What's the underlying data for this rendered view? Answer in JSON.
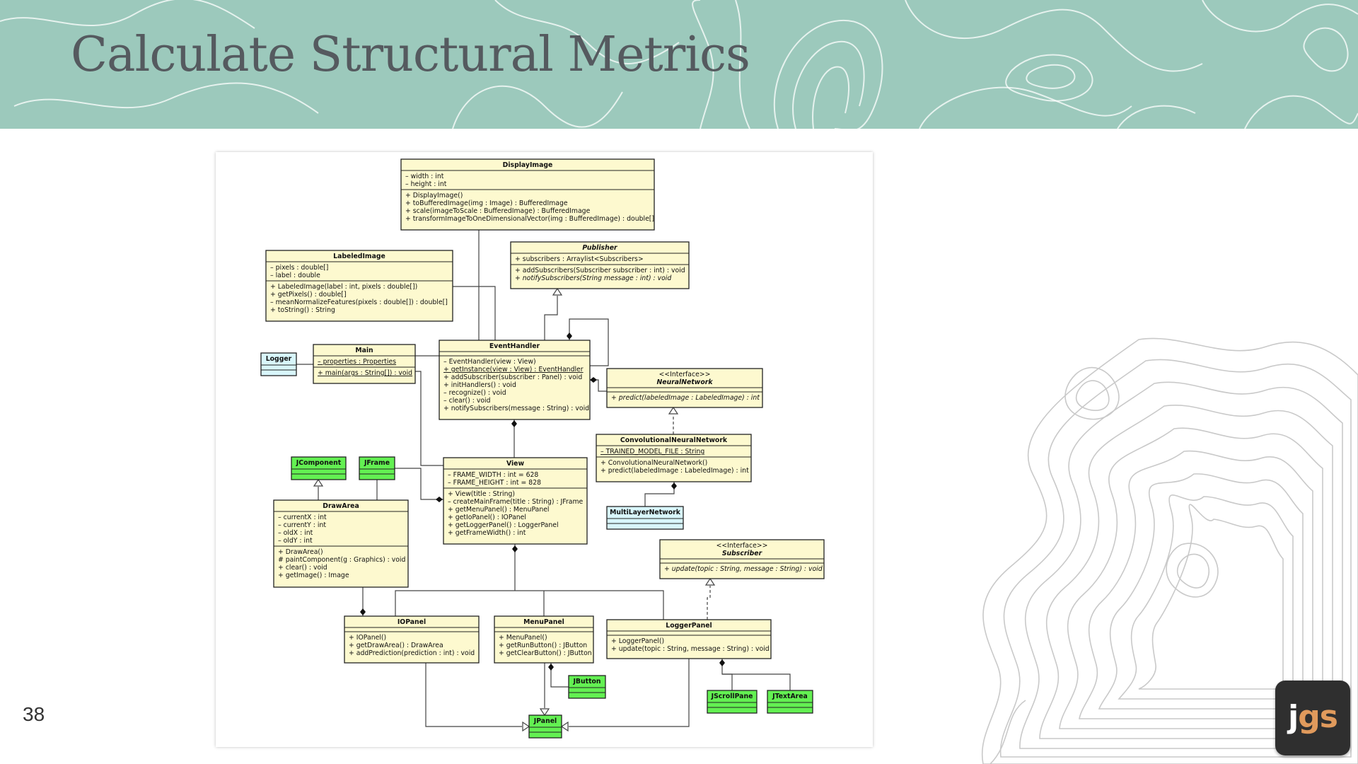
{
  "slide": {
    "title": "Calculate Structural Metrics",
    "page_number": "38",
    "logo": {
      "j": "j",
      "gs": "gs"
    }
  },
  "colors": {
    "header_bg": "#9cc9bc",
    "title_text": "#555a5f",
    "class_box_fill": "#fdf9cf",
    "library_box_fill": "#63f052",
    "external_box_fill": "#d8f6fb",
    "logo_bg": "#2f2f2f",
    "logo_accent": "#e09a5c"
  },
  "diagram": {
    "classes": [
      {
        "key": "DisplayImage",
        "name": "DisplayImage",
        "kind": "class",
        "attributes": [
          "– width : int",
          "– height : int"
        ],
        "methods": [
          "+ DisplayImage()",
          "+ toBufferedImage(img : Image) : BufferedImage",
          "+ scale(imageToScale : BufferedImage) : BufferedImage",
          "+ transformImageToOneDimensionalVector(img : BufferedImage) : double[]"
        ]
      },
      {
        "key": "Publisher",
        "name": "Publisher",
        "kind": "class",
        "italic": true,
        "attributes": [
          "+ subscribers : Arraylist<Subscribers>"
        ],
        "methods": [
          "+ addSubscribers(Subscriber subscriber : int) : void",
          "+ notifySubscribers(String message : int) : void"
        ]
      },
      {
        "key": "LabeledImage",
        "name": "LabeledImage",
        "kind": "class",
        "attributes": [
          "– pixels : double[]",
          "– label : double"
        ],
        "methods": [
          "+ LabeledImage(label : int, pixels : double[])",
          "+ getPixels() : double[]",
          "– meanNormalizeFeatures(pixels : double[]) : double[]",
          "+ toString() : String"
        ]
      },
      {
        "key": "Logger",
        "name": "Logger",
        "kind": "external"
      },
      {
        "key": "Main",
        "name": "Main",
        "kind": "class",
        "attributes": [
          "– properties : Properties"
        ],
        "methods": [
          "+ main(args : String[]) : void"
        ]
      },
      {
        "key": "EventHandler",
        "name": "EventHandler",
        "kind": "class",
        "attributes": [],
        "methods": [
          "– EventHandler(view : View)",
          "+ getInstance(view : View) : EventHandler",
          "+ addSubscriber(subscriber : Panel) : void",
          "+ initHandlers() : void",
          "– recognize() : void",
          "– clear() : void",
          "+ notifySubscribers(message : String) : void"
        ]
      },
      {
        "key": "NeuralNetwork",
        "name": "NeuralNetwork",
        "kind": "interface",
        "stereotype": "<<Interface>>",
        "attributes": [],
        "methods": [
          "+ predict(labeledImage : LabeledImage) : int"
        ]
      },
      {
        "key": "ConvolutionalNeuralNetwork",
        "name": "ConvolutionalNeuralNetwork",
        "kind": "class",
        "attributes": [
          "– TRAINED_MODEL_FILE : String"
        ],
        "methods": [
          "+ ConvolutionalNeuralNetwork()",
          "+ predict(labeledImage : LabeledImage) : int"
        ]
      },
      {
        "key": "MultiLayerNetwork",
        "name": "MultiLayerNetwork",
        "kind": "external"
      },
      {
        "key": "JComponent",
        "name": "JComponent",
        "kind": "library"
      },
      {
        "key": "JFrame",
        "name": "JFrame",
        "kind": "library"
      },
      {
        "key": "View",
        "name": "View",
        "kind": "class",
        "attributes": [
          "– FRAME_WIDTH : int = 628",
          "– FRAME_HEIGHT : int = 828"
        ],
        "methods": [
          "+ View(title : String)",
          "– createMainFrame(title : String) : JFrame",
          "+ getMenuPanel() : MenuPanel",
          "+ getIoPanel() : IOPanel",
          "+ getLoggerPanel() : LoggerPanel",
          "+ getFrameWidth() : int"
        ]
      },
      {
        "key": "DrawArea",
        "name": "DrawArea",
        "kind": "class",
        "attributes": [
          "– currentX : int",
          "– currentY : int",
          "– oldX : int",
          "– oldY : int"
        ],
        "methods": [
          "+ DrawArea()",
          "# paintComponent(g : Graphics) : void",
          "+ clear() : void",
          "+ getImage() : Image"
        ]
      },
      {
        "key": "Subscriber",
        "name": "Subscriber",
        "kind": "interface",
        "stereotype": "<<Interface>>",
        "attributes": [],
        "methods": [
          "+ update(topic : String, message : String) : void"
        ]
      },
      {
        "key": "IOPanel",
        "name": "IOPanel",
        "kind": "class",
        "attributes": [],
        "methods": [
          "+ IOPanel()",
          "+ getDrawArea() : DrawArea",
          "+ addPrediction(prediction : int) : void"
        ]
      },
      {
        "key": "MenuPanel",
        "name": "MenuPanel",
        "kind": "class",
        "attributes": [],
        "methods": [
          "+ MenuPanel()",
          "+ getRunButton() : JButton",
          "+ getClearButton() : JButton"
        ]
      },
      {
        "key": "LoggerPanel",
        "name": "LoggerPanel",
        "kind": "class",
        "attributes": [],
        "methods": [
          "+ LoggerPanel()",
          "+ update(topic : String, message : String) : void"
        ]
      },
      {
        "key": "JButton",
        "name": "JButton",
        "kind": "library"
      },
      {
        "key": "JScrollPane",
        "name": "JScrollPane",
        "kind": "library"
      },
      {
        "key": "JTextArea",
        "name": "JTextArea",
        "kind": "library"
      },
      {
        "key": "JPanel",
        "name": "JPanel",
        "kind": "library"
      }
    ],
    "relationships": [
      {
        "from": "EventHandler",
        "to": "Publisher",
        "type": "inheritance"
      },
      {
        "from": "EventHandler",
        "to": "EventHandler",
        "type": "self-association"
      },
      {
        "from": "ConvolutionalNeuralNetwork",
        "to": "NeuralNetwork",
        "type": "realization"
      },
      {
        "from": "ConvolutionalNeuralNetwork",
        "to": "MultiLayerNetwork",
        "type": "composition"
      },
      {
        "from": "EventHandler",
        "to": "NeuralNetwork",
        "type": "composition"
      },
      {
        "from": "EventHandler",
        "to": "View",
        "type": "composition"
      },
      {
        "from": "View",
        "to": "JFrame",
        "type": "composition"
      },
      {
        "from": "DrawArea",
        "to": "JComponent",
        "type": "inheritance"
      },
      {
        "from": "IOPanel",
        "to": "DrawArea",
        "type": "composition"
      },
      {
        "from": "View",
        "to": "IOPanel",
        "type": "composition"
      },
      {
        "from": "View",
        "to": "MenuPanel",
        "type": "composition"
      },
      {
        "from": "View",
        "to": "LoggerPanel",
        "type": "composition"
      },
      {
        "from": "LoggerPanel",
        "to": "Subscriber",
        "type": "realization"
      },
      {
        "from": "MenuPanel",
        "to": "JButton",
        "type": "composition"
      },
      {
        "from": "LoggerPanel",
        "to": "JScrollPane",
        "type": "composition"
      },
      {
        "from": "LoggerPanel",
        "to": "JTextArea",
        "type": "composition"
      },
      {
        "from": "IOPanel",
        "to": "JPanel",
        "type": "inheritance"
      },
      {
        "from": "MenuPanel",
        "to": "JPanel",
        "type": "inheritance"
      },
      {
        "from": "LoggerPanel",
        "to": "JPanel",
        "type": "inheritance"
      },
      {
        "from": "Main",
        "to": "Logger",
        "type": "association"
      },
      {
        "from": "Main",
        "to": "EventHandler",
        "type": "association"
      },
      {
        "from": "LabeledImage",
        "to": "EventHandler",
        "type": "association"
      },
      {
        "from": "DisplayImage",
        "to": "EventHandler",
        "type": "association"
      }
    ]
  }
}
